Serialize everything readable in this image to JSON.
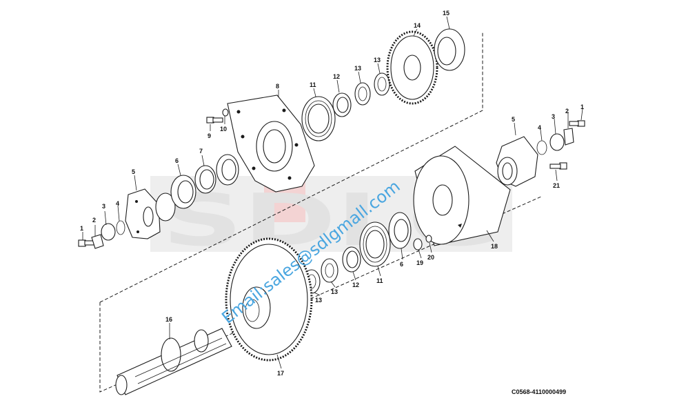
{
  "diagram": {
    "code": "C0568-4110000499",
    "watermark_brand": "SDLG",
    "watermark_email": "Email:sales@sdlgmall.com",
    "colors": {
      "line": "#1a1a1a",
      "watermark_gray": "#e2e2e2",
      "watermark_blue": "#4aa6e0",
      "watermark_red": "#f3d3d3"
    },
    "callouts": [
      {
        "text": "1"
      },
      {
        "text": "2"
      },
      {
        "text": "3"
      },
      {
        "text": "4"
      },
      {
        "text": "5"
      },
      {
        "text": "6"
      },
      {
        "text": "7"
      },
      {
        "text": "8"
      },
      {
        "text": "9"
      },
      {
        "text": "10"
      },
      {
        "text": "11"
      },
      {
        "text": "12"
      },
      {
        "text": "13"
      },
      {
        "text": "13"
      },
      {
        "text": "14"
      },
      {
        "text": "15"
      },
      {
        "text": "1"
      },
      {
        "text": "2"
      },
      {
        "text": "3"
      },
      {
        "text": "4"
      },
      {
        "text": "5"
      },
      {
        "text": "21"
      },
      {
        "text": "18"
      },
      {
        "text": "19"
      },
      {
        "text": "20"
      },
      {
        "text": "6"
      },
      {
        "text": "11"
      },
      {
        "text": "12"
      },
      {
        "text": "13"
      },
      {
        "text": "13"
      },
      {
        "text": "16"
      },
      {
        "text": "17"
      }
    ]
  }
}
